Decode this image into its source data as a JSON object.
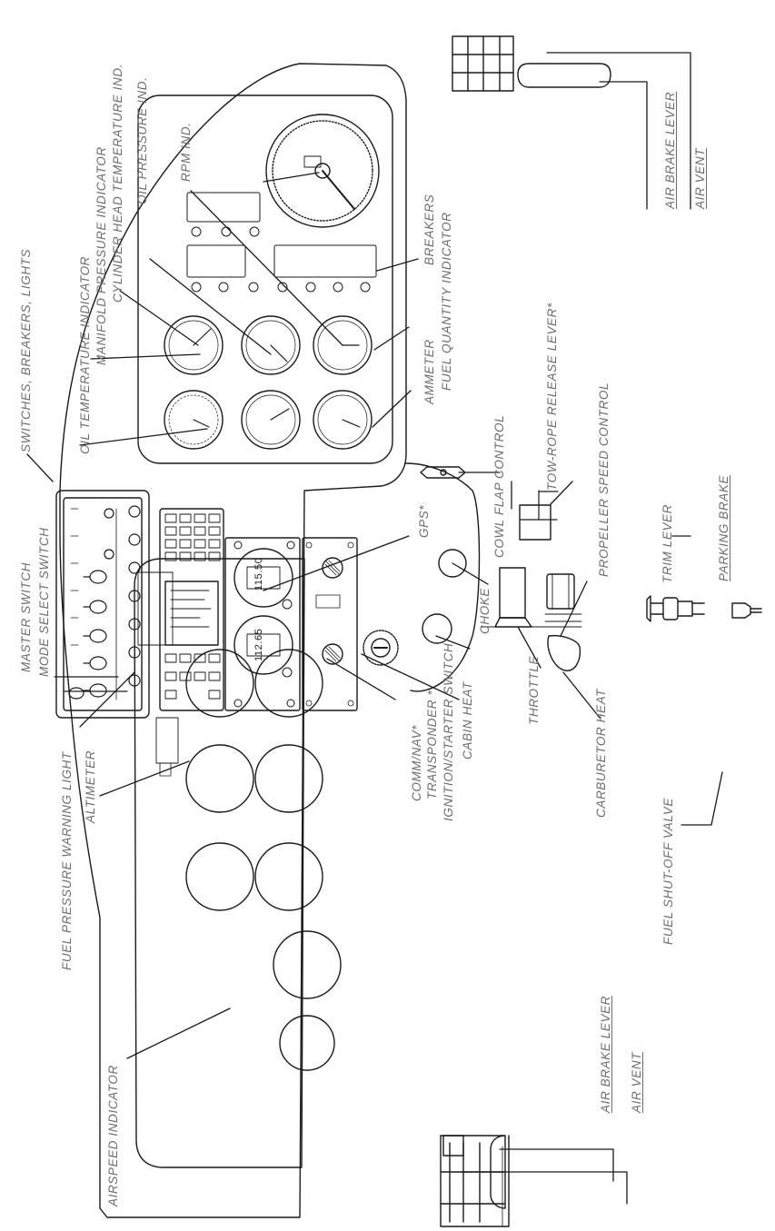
{
  "labels": {
    "switches_breakers_lights": "SWITCHES, BREAKERS, LIGHTS",
    "master_switch": "MASTER SWITCH",
    "mode_select_switch": "MODE SELECT SWITCH",
    "fuel_pressure_warning_light": "FUEL PRESSURE WARNING LIGHT",
    "oil_temperature_indicator": "OIL TEMPERATURE INDICATOR",
    "manifold_pressure_indicator": "MANIFOLD PRESSURE INDICATOR",
    "cylinder_head_temperature_ind": "CYLINDER HEAD TEMPERATURE IND.",
    "oil_pressure_ind": "OIL PRESSURE IND.",
    "rpm_ind": "RPM IND.",
    "breakers": "BREAKERS",
    "fuel_quantity_indicator": "FUEL QUANTITY INDICATOR",
    "ammeter": "AMMETER",
    "gps": "GPS*",
    "cowl_flap_control": "COWL FLAP CONTROL",
    "tow_rope_release_lever": "TOW-ROPE RELEASE LEVER*",
    "propeller_speed_control": "PROPELLER SPEED CONTROL",
    "air_brake_lever_right": "AIR BRAKE LEVER",
    "air_vent_right": "AIR VENT",
    "parking_brake": "PARKING BRAKE",
    "trim_lever": "TRIM LEVER",
    "choke": "CHOKE",
    "cabin_heat": "CABIN HEAT",
    "throttle": "THROTTLE",
    "carburetor_heat": "CARBURETOR HEAT",
    "comm_nav": "COMM/NAV*",
    "transponder": "TRANSPONDER *",
    "ignition_starter_switch": "IGNITION/STARTER SWITCH",
    "fuel_shut_off_valve": "FUEL SHUT-OFF VALVE",
    "altimeter": "ALTIMETER",
    "airspeed_indicator": "AIRSPEED INDICATOR",
    "air_brake_lever_left": "AIR BRAKE LEVER",
    "air_vent_left": "AIR VENT"
  },
  "radio": {
    "comm_frequency": "115.50",
    "nav_frequency": "112.65"
  }
}
